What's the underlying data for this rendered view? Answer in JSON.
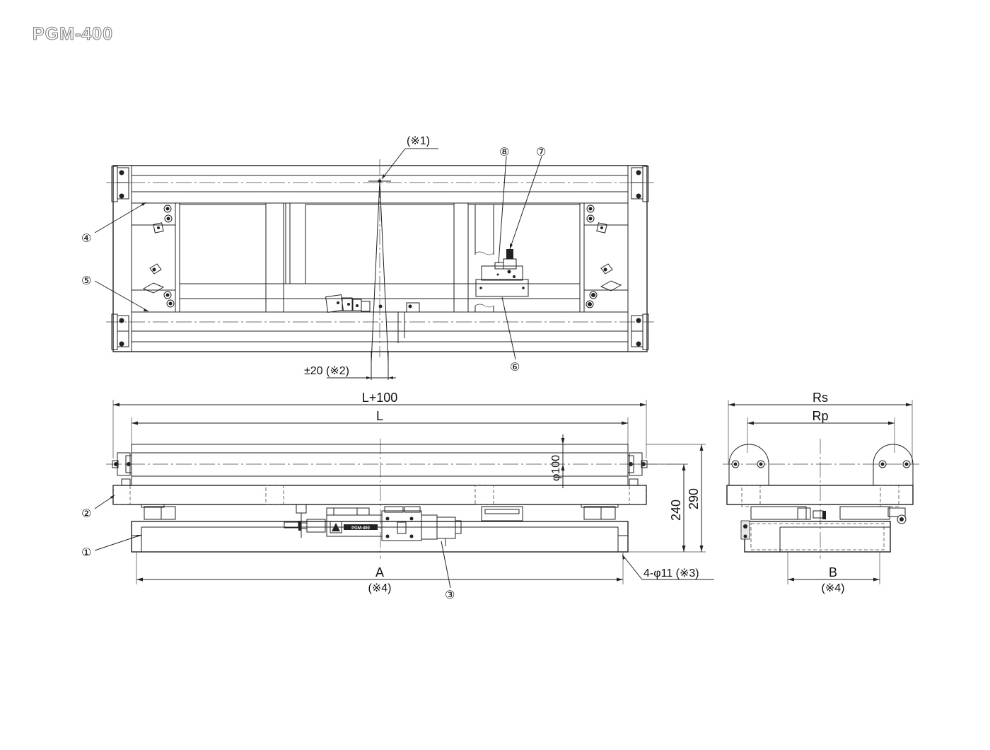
{
  "title": "PGM-400",
  "labels": {
    "note1": "(※1)",
    "note2": "±20 (※2)",
    "part1": "①",
    "part2": "②",
    "part3": "③",
    "part4": "④",
    "part5": "⑤",
    "part6": "⑥",
    "part7": "⑦",
    "part8": "⑧",
    "dim_l100": "L+100",
    "dim_l": "L",
    "dim_phi100": "φ100",
    "dim_240": "240",
    "dim_290": "290",
    "dim_a": "A",
    "dim_a_note": "(※4)",
    "holes": "4-φ11 (※3)",
    "dim_rs": "Rs",
    "dim_rp": "Rp",
    "dim_b": "B",
    "dim_b_note": "(※4)",
    "nameplate": "PGM-400"
  },
  "colors": {
    "line": "#222222",
    "title_outline": "#777777"
  }
}
